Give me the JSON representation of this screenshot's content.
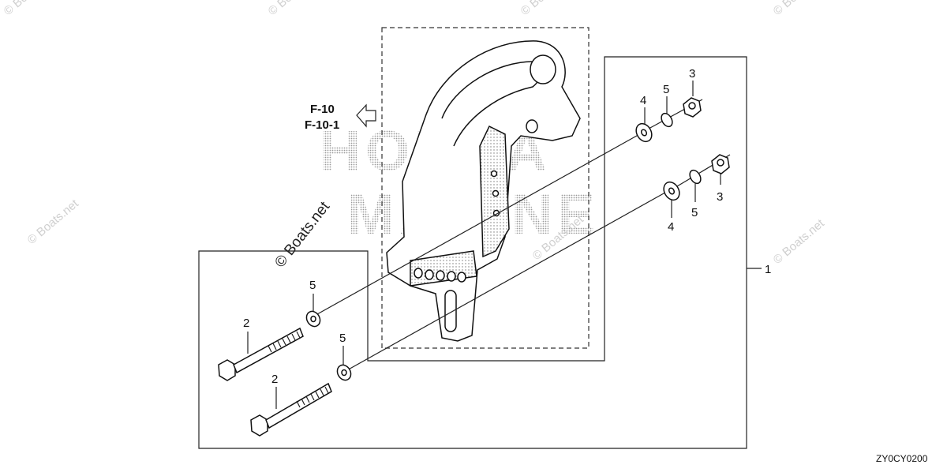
{
  "diagram": {
    "diagram_code": "ZY0CY0200",
    "reference": {
      "line1": "F-10",
      "line2": "F-10-1"
    },
    "brand_watermark": {
      "line1": "HONDA",
      "line2": "MARINE"
    },
    "copyright_watermark": "© Boats.net",
    "callouts": {
      "c1": "1",
      "c2_top": "2",
      "c2_bottom": "2",
      "c3_top": "3",
      "c3_bottom": "3",
      "c4_top": "4",
      "c4_bottom": "4",
      "c5_top_right": "5",
      "c5_bottom_right": "5",
      "c5_left_top": "5",
      "c5_left_bottom": "5"
    }
  }
}
